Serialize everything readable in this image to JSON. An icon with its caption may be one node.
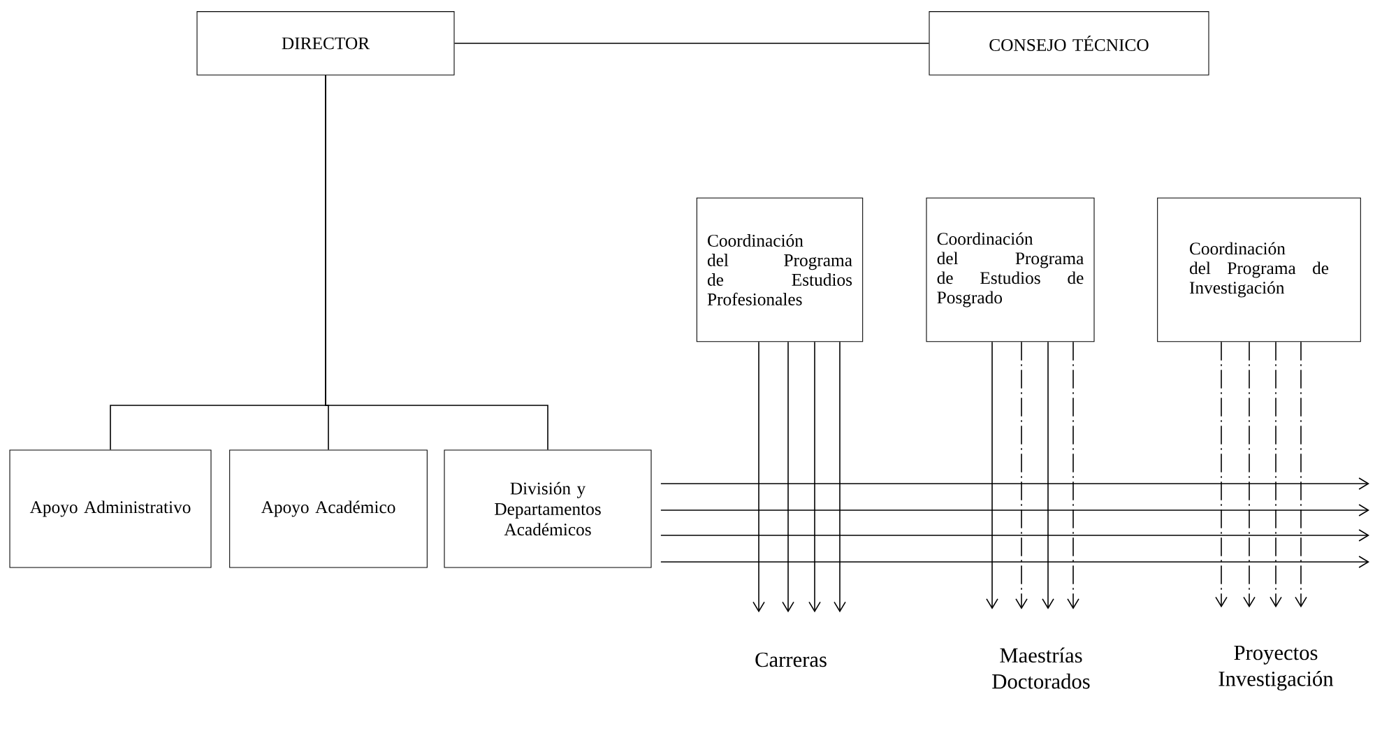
{
  "diagram": {
    "nodes": [
      {
        "text": [
          "DIRECTOR"
        ]
      },
      {
        "text": [
          "CONSEJO TÉCNICO"
        ]
      },
      {
        "text": [
          "Coordinación del Programa de Estudios Profesionales"
        ]
      },
      {
        "text": [
          "Coordinación del Programa de Estudios de Posgrado"
        ]
      },
      {
        "text": [
          "Coordinación del Programa de Investigación"
        ]
      },
      {
        "text": [
          "Apoyo Administrativo"
        ]
      },
      {
        "text": [
          "Apoyo Académico"
        ]
      },
      {
        "text": [
          "División y Departamentos Académicos"
        ]
      },
      {
        "text": [
          "Carreras"
        ]
      },
      {
        "text": [
          "Maestrías Doctorados"
        ]
      },
      {
        "text": [
          "Proyectos Investigación"
        ]
      }
    ],
    "edges": [
      {
        "from": 0,
        "to": 1,
        "arrow": "none"
      },
      {
        "from": 0,
        "to": 5,
        "arrow": "none"
      },
      {
        "from": 0,
        "to": 6,
        "arrow": "none"
      },
      {
        "from": 0,
        "to": 7,
        "arrow": "none"
      },
      {
        "from": 2,
        "to": 8,
        "arrow": "to"
      },
      {
        "from": 2,
        "to": 8,
        "arrow": "to"
      },
      {
        "from": 2,
        "to": 8,
        "arrow": "to"
      },
      {
        "from": 2,
        "to": 8,
        "arrow": "to"
      },
      {
        "from": 3,
        "to": 9,
        "arrow": "to"
      },
      {
        "from": 3,
        "to": 9,
        "arrow": "to",
        "style": "dashed"
      },
      {
        "from": 3,
        "to": 9,
        "arrow": "to"
      },
      {
        "from": 3,
        "to": 9,
        "arrow": "to",
        "style": "dashed"
      },
      {
        "from": 4,
        "to": 10,
        "arrow": "to",
        "style": "dashed"
      },
      {
        "from": 4,
        "to": 10,
        "arrow": "to",
        "style": "dashed"
      },
      {
        "from": 4,
        "to": 10,
        "arrow": "to",
        "style": "dashed"
      },
      {
        "from": 4,
        "to": 10,
        "arrow": "to",
        "style": "dashed"
      },
      {
        "from": 7,
        "to": null,
        "arrow": "to"
      },
      {
        "from": 7,
        "to": null,
        "arrow": "to"
      },
      {
        "from": 7,
        "to": null,
        "arrow": "to"
      },
      {
        "from": 7,
        "to": null,
        "arrow": "to"
      }
    ]
  }
}
